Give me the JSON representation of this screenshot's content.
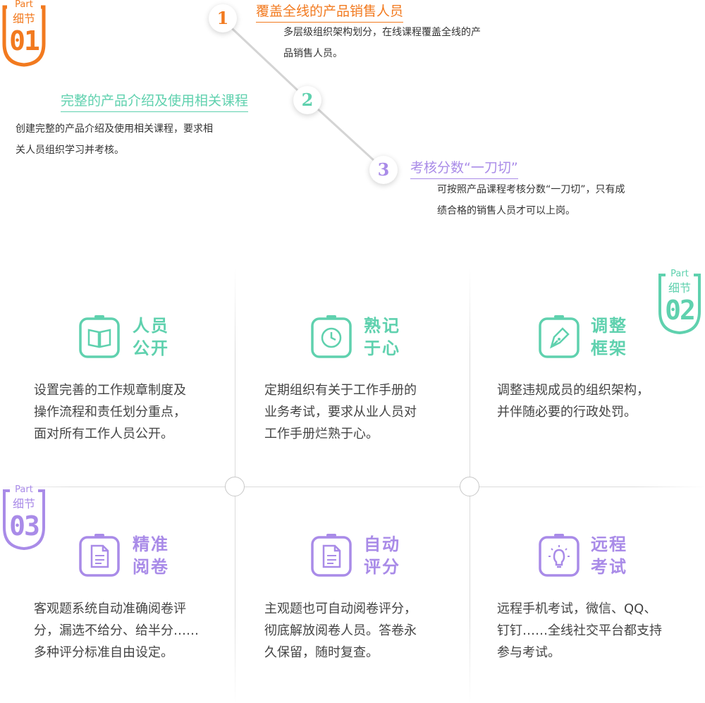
{
  "colors": {
    "orange": "#f27a1f",
    "teal": "#5fd1ae",
    "purple": "#a98be8"
  },
  "badges": [
    {
      "part": "Part",
      "jie": "细节",
      "num": "01"
    },
    {
      "part": "Part",
      "jie": "细节",
      "num": "02"
    },
    {
      "part": "Part",
      "jie": "细节",
      "num": "03"
    }
  ],
  "timeline": [
    {
      "num": "1",
      "title": "覆盖全线的产品销售人员",
      "desc_l1": "多层级组织架构划分，在线课程覆盖全线的产",
      "desc_l2": "品销售人员。"
    },
    {
      "num": "2",
      "title": "完整的产品介绍及使用相关课程",
      "desc_l1": "创建完整的产品介绍及使用相关课程，要求相",
      "desc_l2": "关人员组织学习并考核。"
    },
    {
      "num": "3",
      "title": "考核分数“一刀切”",
      "desc_l1": "可按照产品课程考核分数“一刀切”，只有成",
      "desc_l2": "绩合格的销售人员才可以上岗。"
    }
  ],
  "cells": [
    {
      "title_l1": "人员",
      "title_l2": "公开",
      "icon": "book-icon",
      "desc": [
        "设置完善的工作规章制度及",
        "操作流程和责任划分重点，",
        "面对所有工作人员公开。"
      ]
    },
    {
      "title_l1": "熟记",
      "title_l2": "于心",
      "icon": "clock-icon",
      "desc": [
        "定期组织有关于工作手册的",
        "业务考试，要求从业人员对",
        "工作手册烂熟于心。"
      ]
    },
    {
      "title_l1": "调整",
      "title_l2": "框架",
      "icon": "pen-nib-icon",
      "desc": [
        "调整违规成员的组织架构，",
        "并伴随必要的行政处罚。"
      ]
    },
    {
      "title_l1": "精准",
      "title_l2": "阅卷",
      "icon": "document-icon",
      "desc": [
        "客观题系统自动准确阅卷评",
        "分，漏选不给分、给半分……",
        "多种评分标准自由设定。"
      ]
    },
    {
      "title_l1": "自动",
      "title_l2": "评分",
      "icon": "document-icon",
      "desc": [
        "主观题也可自动阅卷评分，",
        "彻底解放阅卷人员。答卷永",
        "久保留，随时复查。"
      ]
    },
    {
      "title_l1": "远程",
      "title_l2": "考试",
      "icon": "lightbulb-icon",
      "desc": [
        "远程手机考试，微信、QQ、",
        "钉钉……全线社交平台都支持",
        "参与考试。"
      ]
    }
  ]
}
